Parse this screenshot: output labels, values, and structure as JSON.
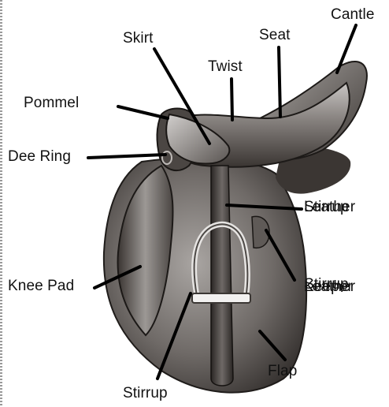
{
  "labels": {
    "cantle": "Cantle",
    "skirt": "Skirt",
    "seat": "Seat",
    "twist": "Twist",
    "pommel": "Pommel",
    "dee_ring": "Dee Ring",
    "stirrup_leather": [
      "Stirrup",
      "Leather"
    ],
    "knee_pad": "Knee Pad",
    "stirrup_leather_keeper": [
      "Stirrup",
      "Leather",
      "Keeper"
    ],
    "flap": "Flap",
    "stirrup": "Stirrup"
  },
  "colors": {
    "background": "#ffffff",
    "leather_dark": "#2e2a27",
    "leather_mid": "#6d6864",
    "leather_light": "#b7b3b0",
    "leader_line": "#000000",
    "text": "#111111"
  }
}
